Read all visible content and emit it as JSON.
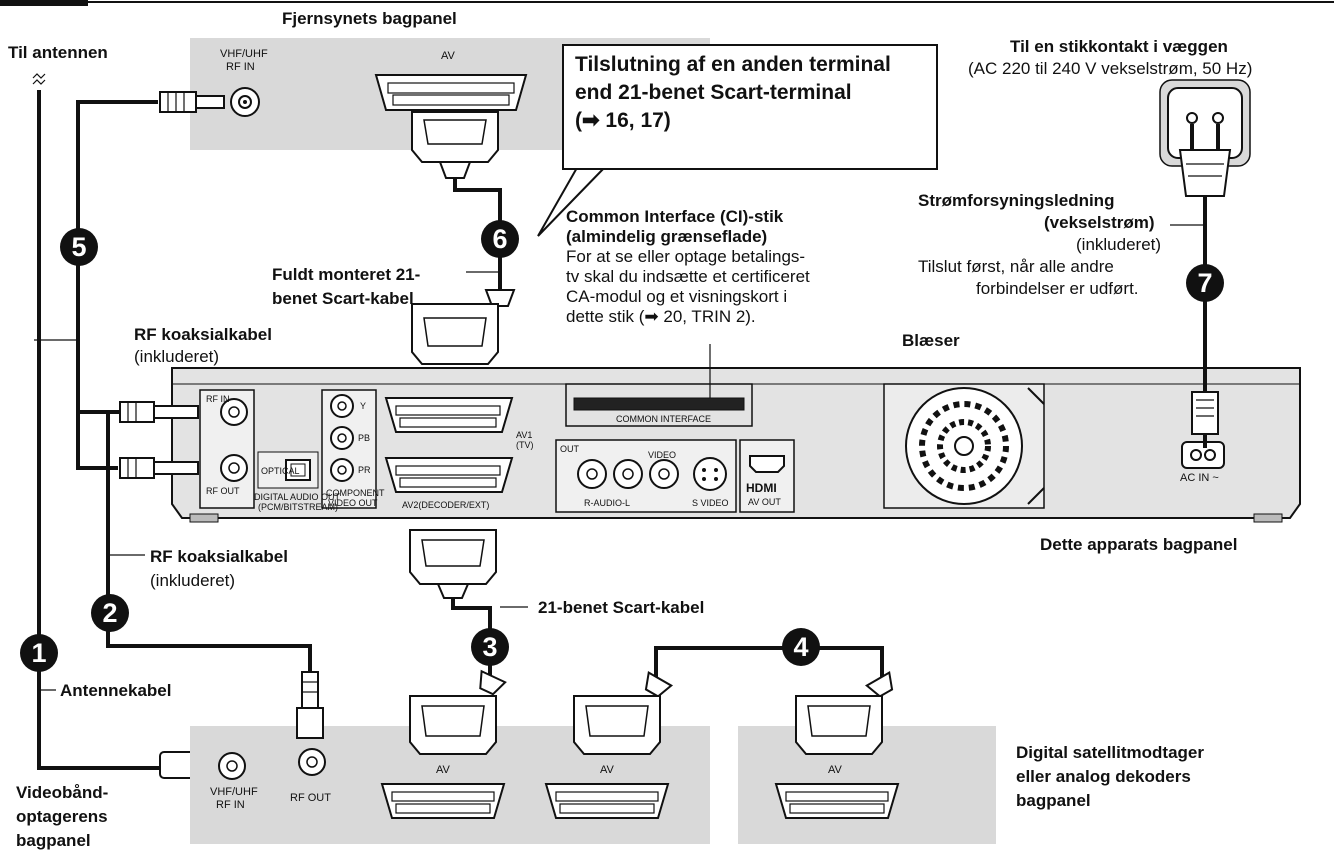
{
  "labels": {
    "tv_back": "Fjernsynets bagpanel",
    "to_antenna": "Til antennen",
    "wall_outlet_title": "Til en stikkontakt i væggen",
    "wall_outlet_spec": "(AC 220 til 240 V vekselstrøm, 50 Hz)",
    "vhf_uhf": "VHF/UHF",
    "rf_in": "RF IN",
    "av": "AV",
    "power_cord_title_1": "Strømforsyningsledning",
    "power_cord_title_2": "(vekselstrøm)",
    "included": "(inkluderet)",
    "power_cord_note_1": "Tilslut først, når alle andre",
    "power_cord_note_2": "forbindelser er udført.",
    "ci_title_1": "Common Interface (CI)-stik",
    "ci_title_2": "(almindelig grænseflade)",
    "ci_text_1": "For at se eller optage betalings-",
    "ci_text_2": "tv skal du indsætte et certificeret",
    "ci_text_3": "CA-modul og et visningskort i",
    "ci_text_4": "dette stik (➡ 20, TRIN 2).",
    "full_scart_1": "Fuldt monteret 21-",
    "full_scart_2": "benet Scart-kabel",
    "rf_coax": "RF koaksialkabel",
    "blower": "Blæser",
    "unit_back": "Dette apparats bagpanel",
    "scart_21": "21-benet Scart-kabel",
    "antenna_cable": "Antennekabel",
    "vcr_back_1": "Videobånd-",
    "vcr_back_2": "optagerens",
    "vcr_back_3": "bagpanel",
    "rf_out": "RF OUT",
    "sat_back_1": "Digital satellitmodtager",
    "sat_back_2": "eller analog dekoders",
    "sat_back_3": "bagpanel"
  },
  "callout": {
    "line1": "Tilslutning af en anden terminal",
    "line2": "end 21-benet Scart-terminal",
    "line3": "(➡ 16, 17)"
  },
  "device": {
    "rf_in_label": "RF IN",
    "rf_out_label": "RF OUT",
    "optical": "OPTICAL",
    "digital_audio_out_1": "DIGITAL AUDIO OUT",
    "digital_audio_out_2": "(PCM/BITSTREAM)",
    "component_1": "COMPONENT",
    "component_2": "VIDEO OUT",
    "y": "Y",
    "pb": "PB",
    "pr": "PR",
    "av1": "AV1",
    "tv": "(TV)",
    "av2": "AV2(DECODER/EXT)",
    "common_interface": "COMMON INTERFACE",
    "out": "OUT",
    "r_audio_l": "R-AUDIO-L",
    "s_video": "S VIDEO",
    "video": "VIDEO",
    "hdmi": "HDMI",
    "av_out": "AV OUT",
    "ac_in": "AC IN ~"
  },
  "steps": [
    "1",
    "2",
    "3",
    "4",
    "5",
    "6",
    "7"
  ]
}
